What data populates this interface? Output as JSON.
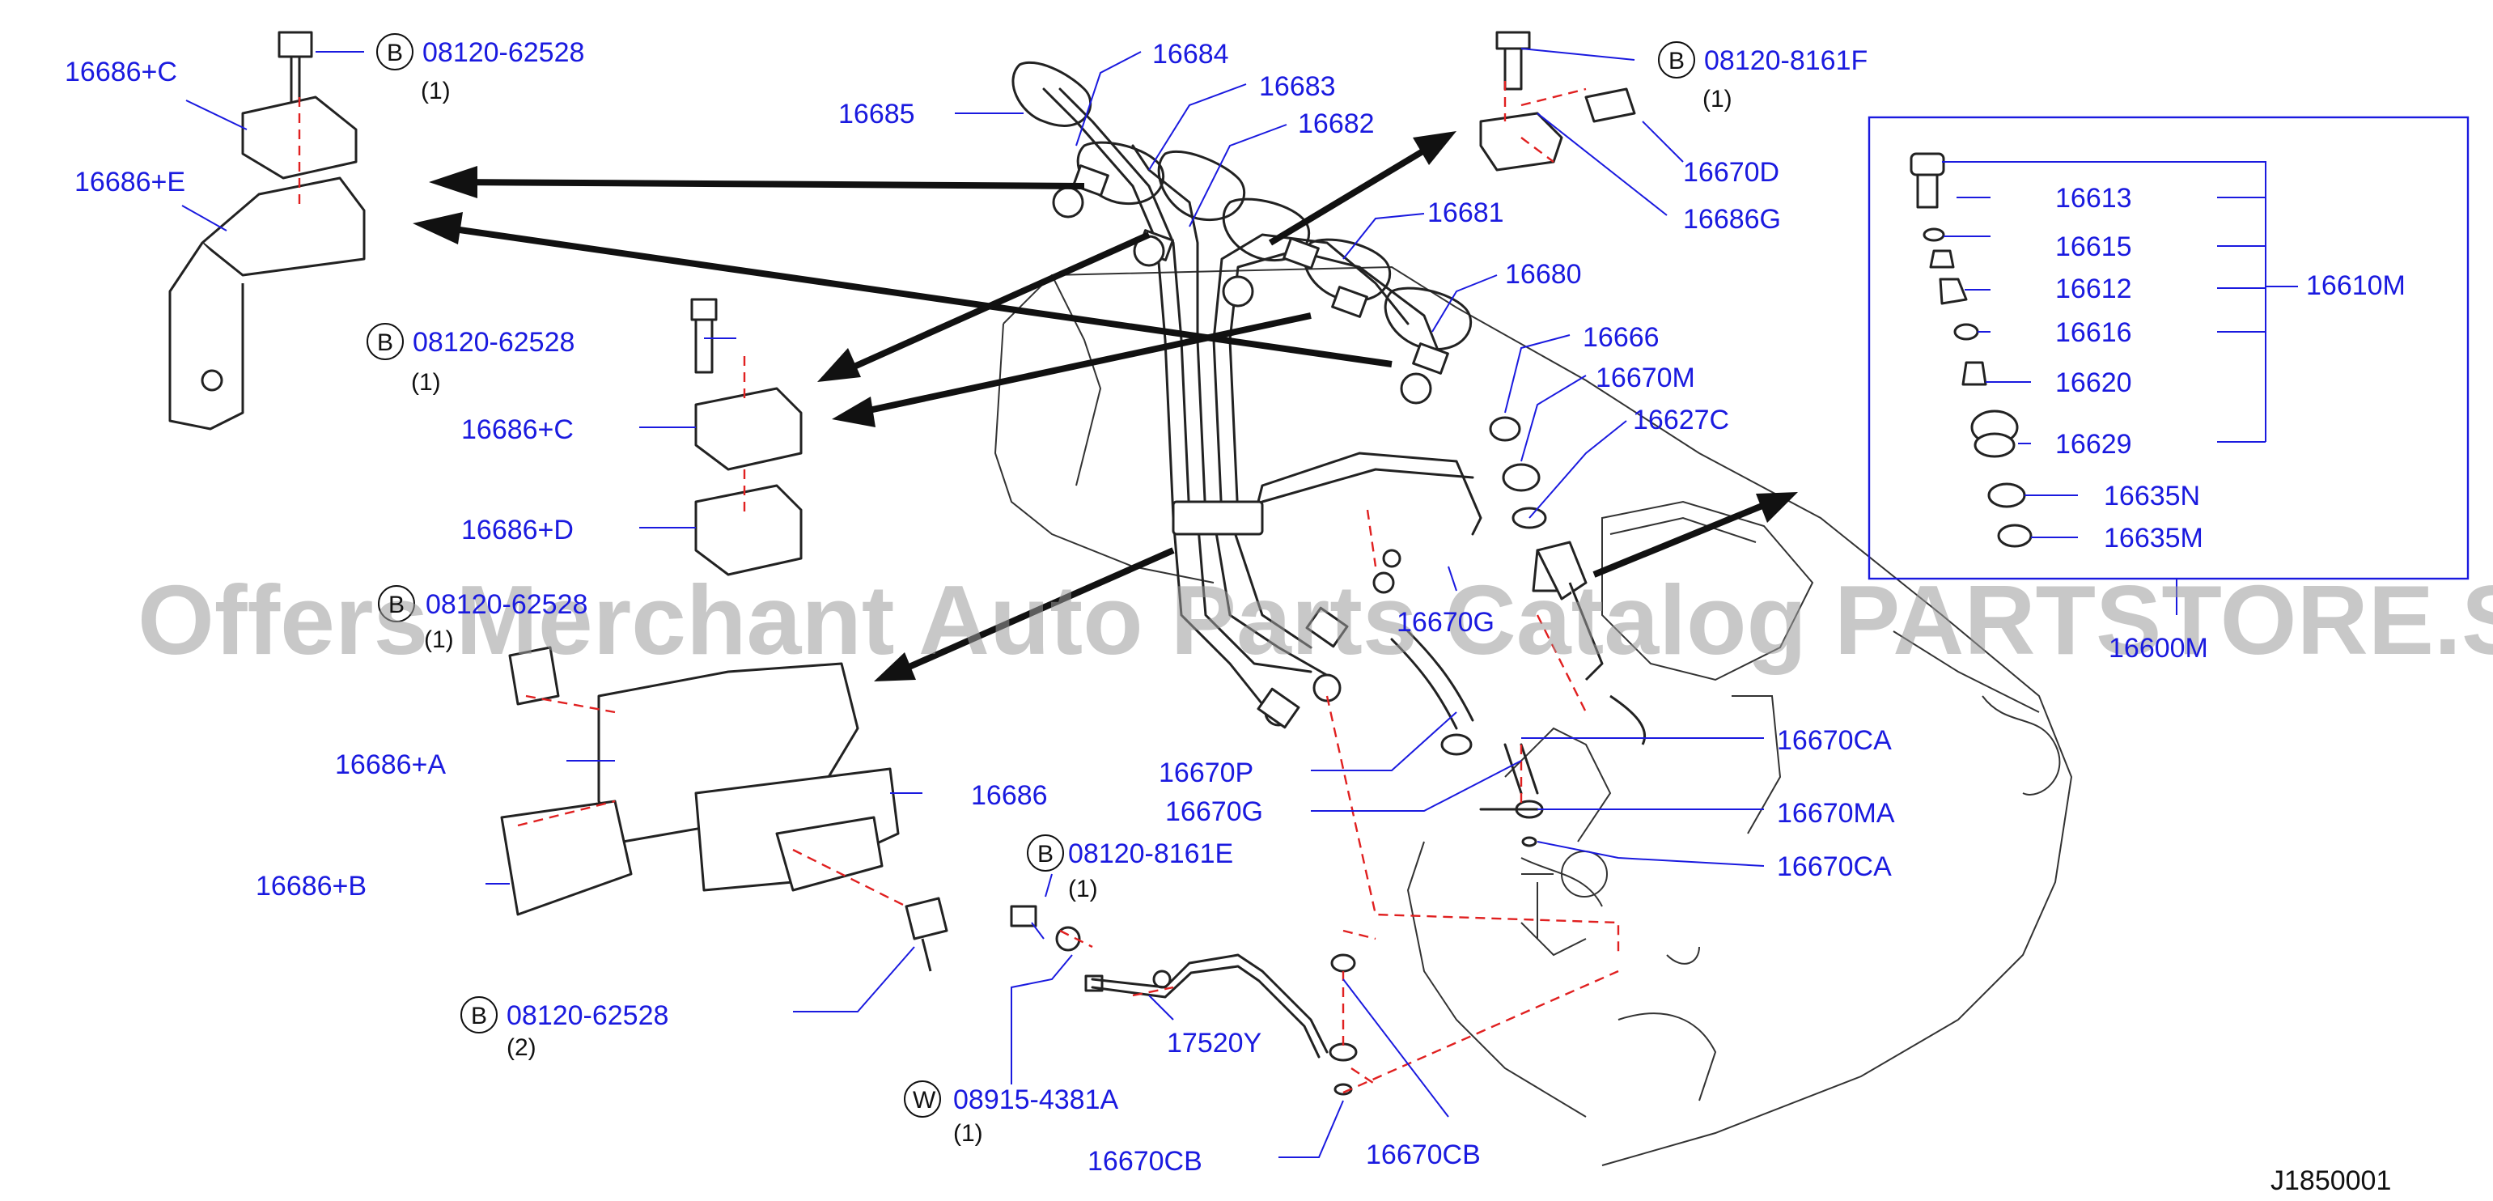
{
  "watermark": "Offers Merchant Auto Parts Catalog PARTSTORE.SA",
  "diagram_ref": "J1850001",
  "part_numbers": {
    "p16686C_top": "16686+C",
    "p16686E": "16686+E",
    "p16685": "16685",
    "p16684": "16684",
    "p16683": "16683",
    "p16682": "16682",
    "p16681": "16681",
    "p16680": "16680",
    "p16666": "16666",
    "p16670M": "16670M",
    "p16627C": "16627C",
    "p16670D": "16670D",
    "p16686G": "16686G",
    "p16686C_mid": "16686+C",
    "p16686D": "16686+D",
    "p16686A": "16686+A",
    "p16686": "16686",
    "p16686B": "16686+B",
    "p16670G_top": "16670G",
    "p16670P": "16670P",
    "p16670G": "16670G",
    "p16670CA_1": "16670CA",
    "p16670MA": "16670MA",
    "p16670CA_2": "16670CA",
    "p17520Y": "17520Y",
    "p16670CB_1": "16670CB",
    "p16670CB_2": "16670CB",
    "p16600M": "16600M"
  },
  "bolts": {
    "b1": {
      "symbol": "B",
      "number": "08120-62528",
      "qty": "(1)"
    },
    "b2": {
      "symbol": "B",
      "number": "08120-8161F",
      "qty": "(1)"
    },
    "b3": {
      "symbol": "B",
      "number": "08120-62528",
      "qty": "(1)"
    },
    "b4": {
      "symbol": "B",
      "number": "08120-62528",
      "qty": "(1)"
    },
    "b5": {
      "symbol": "B",
      "number": "08120-8161E",
      "qty": "(1)"
    },
    "b6": {
      "symbol": "B",
      "number": "08120-62528",
      "qty": "(2)"
    },
    "w1": {
      "symbol": "W",
      "number": "08915-4381A",
      "qty": "(1)"
    }
  },
  "injector_kit": {
    "assembly": "16610M",
    "items": [
      "16613",
      "16615",
      "16612",
      "16616",
      "16620",
      "16629",
      "16635N",
      "16635M"
    ]
  }
}
